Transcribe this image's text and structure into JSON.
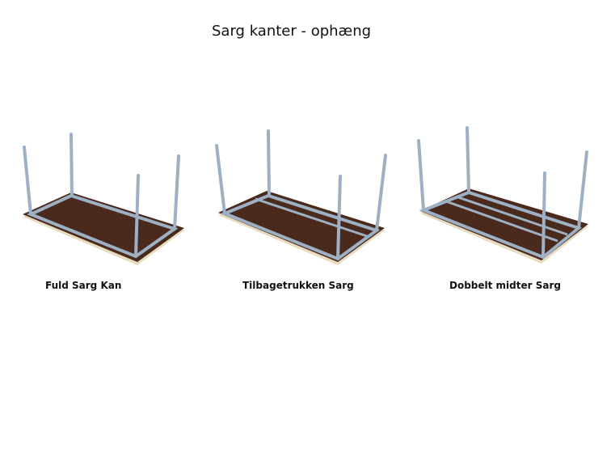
{
  "title": "Sarg kanter - ophæng",
  "tables": [
    {
      "caption": "Fuld Sarg Kan"
    },
    {
      "caption": "Tilbagetrukken Sarg"
    },
    {
      "caption": "Dobbelt midter Sarg"
    }
  ],
  "colors": {
    "top": "#4a2a1c",
    "edge": "#e8dcc0",
    "frame": "#9eb0c4"
  }
}
